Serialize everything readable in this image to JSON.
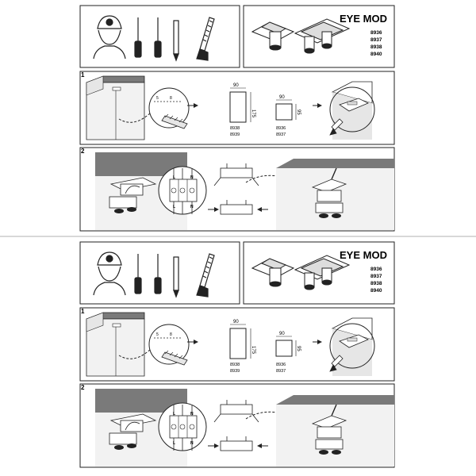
{
  "title": "EYE MOD",
  "models": [
    "8936",
    "8937",
    "8938",
    "8940"
  ],
  "steps": {
    "step1": "1",
    "step2": "2"
  },
  "dims": {
    "rect_w": "90",
    "rect_h": "175",
    "rect_models": [
      "8938",
      "8939"
    ],
    "square_w": "90",
    "square_h": "95",
    "square_models": [
      "8936",
      "8937"
    ]
  },
  "cut_marks": {
    "a": "5",
    "b": "8"
  },
  "terminal_labels": {
    "top": [
      "L",
      "N"
    ],
    "bottom": [
      "L",
      "N"
    ]
  },
  "colors": {
    "ink": "#222222",
    "wall": "#e6e6e6",
    "ceiling": "#7a7a7a",
    "divider": "#999999"
  }
}
